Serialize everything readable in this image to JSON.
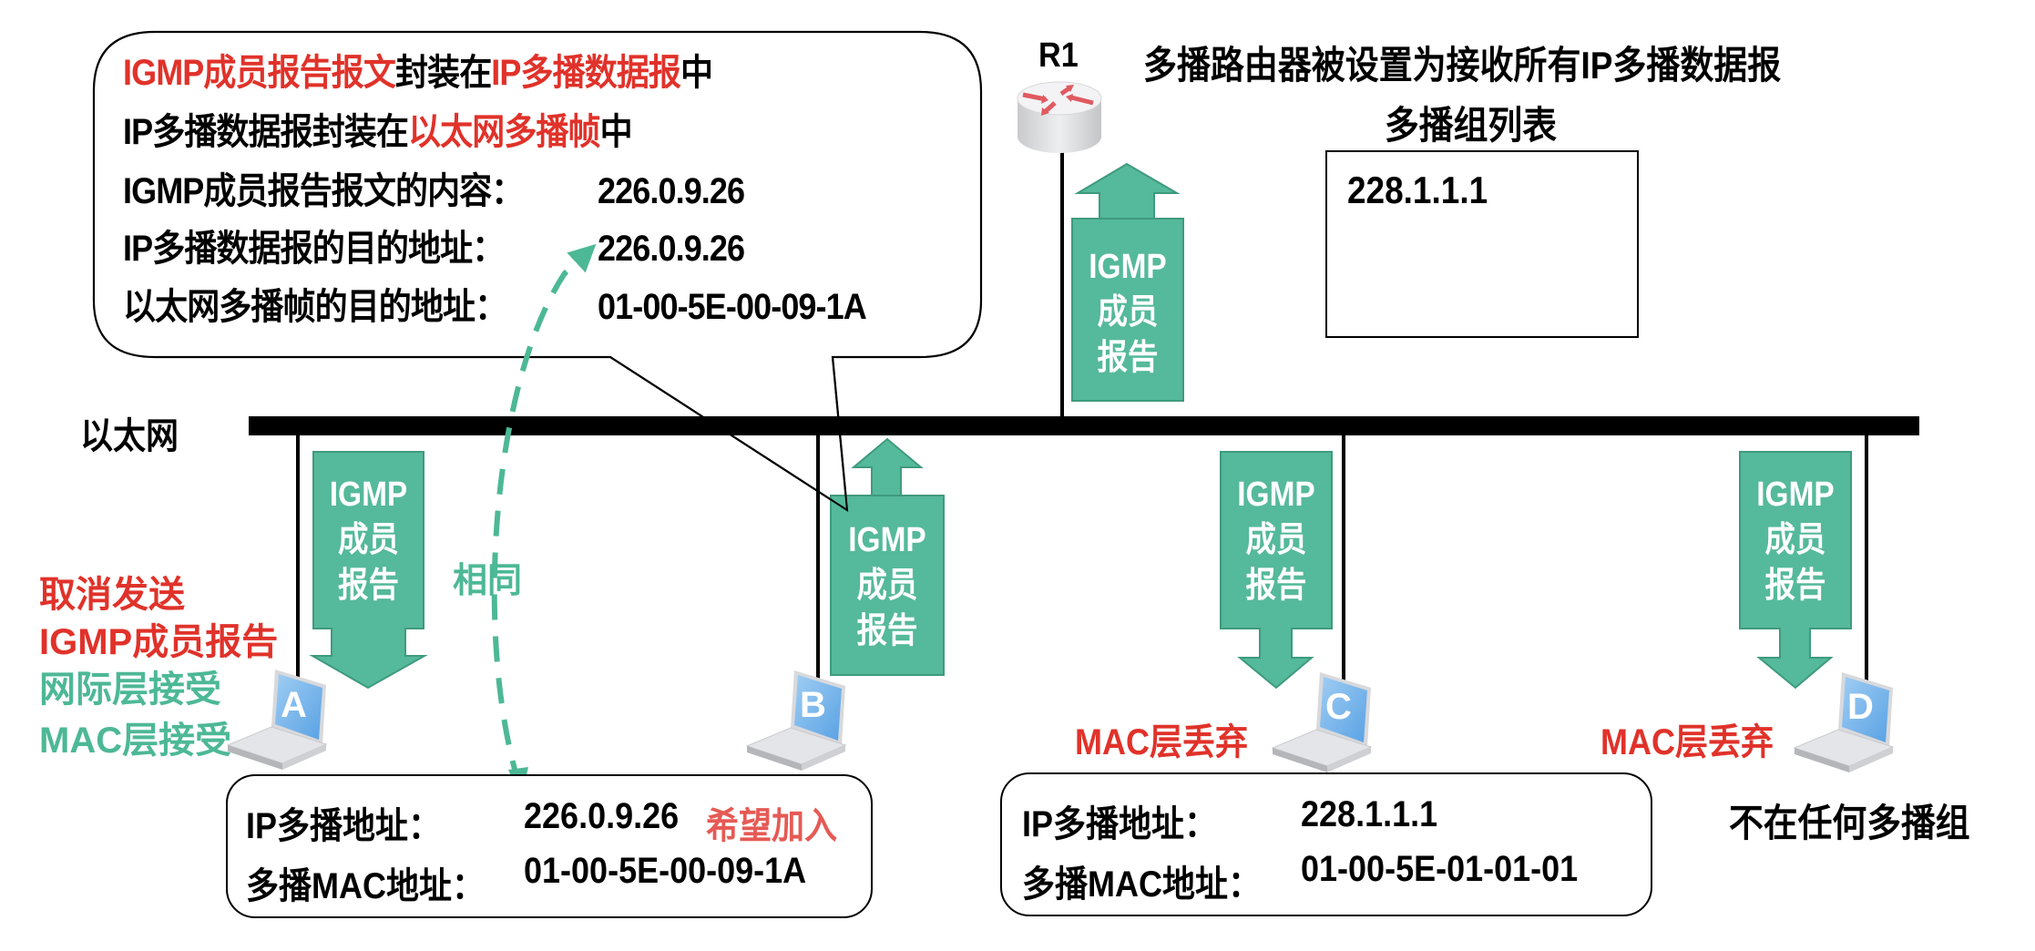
{
  "bubble": {
    "line1": [
      {
        "text": "IGMP成员报告报文",
        "color": "red"
      },
      {
        "text": "封装在",
        "color": "black"
      },
      {
        "text": "IP多播数据报",
        "color": "red"
      },
      {
        "text": "中",
        "color": "black"
      }
    ],
    "line2": [
      {
        "text": "IP多播数据报封装在",
        "color": "black"
      },
      {
        "text": "以太网多播帧",
        "color": "red"
      },
      {
        "text": "中",
        "color": "black"
      }
    ],
    "rows": [
      {
        "label": "IGMP成员报告报文的内容：",
        "value": "226.0.9.26"
      },
      {
        "label": "IP多播数据报的目的地址：",
        "value": "226.0.9.26"
      },
      {
        "label": "以太网多播帧的目的地址：",
        "value": "01-00-5E-00-09-1A"
      }
    ]
  },
  "router": {
    "label": "R1",
    "description": "多播路由器被设置为接收所有IP多播数据报",
    "group_table_title": "多播组列表",
    "group_table_entries": [
      "228.1.1.1"
    ]
  },
  "network": {
    "label": "以太网"
  },
  "packet_label": {
    "line1": "IGMP",
    "line2": "成员",
    "line3": "报告"
  },
  "same_label": "相同",
  "hosts": [
    {
      "id": "A",
      "notes": [
        {
          "text": "取消发送",
          "color": "red"
        },
        {
          "text": "IGMP成员报告",
          "color": "red"
        },
        {
          "text": "网际层接受",
          "color": "green"
        },
        {
          "text": "MAC层接受",
          "color": "green"
        }
      ]
    },
    {
      "id": "B",
      "info": {
        "ip_label": "IP多播地址：",
        "ip_value": "226.0.9.26",
        "ip_note": "希望加入",
        "mac_label": "多播MAC地址：",
        "mac_value": "01-00-5E-00-09-1A"
      }
    },
    {
      "id": "C",
      "notes": [
        {
          "text": "MAC层丢弃",
          "color": "red"
        }
      ],
      "info": {
        "ip_label": "IP多播地址：",
        "ip_value": "228.1.1.1",
        "mac_label": "多播MAC地址：",
        "mac_value": "01-00-5E-01-01-01"
      }
    },
    {
      "id": "D",
      "notes": [
        {
          "text": "MAC层丢弃",
          "color": "red"
        }
      ],
      "status": "不在任何多播组"
    }
  ],
  "colors": {
    "red": "#e0322a",
    "pink": "#e65a55",
    "green": "#4db896",
    "packet_fill": "#55b99b",
    "packet_stroke": "#3f9a7e",
    "bus": "#000000",
    "screen": "#6aaee8"
  }
}
